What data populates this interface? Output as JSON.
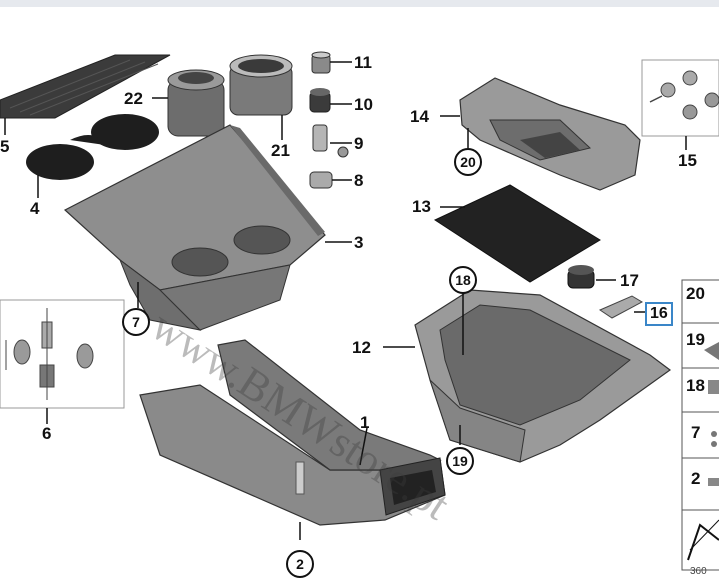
{
  "labels": {
    "l1": "1",
    "l2": "2",
    "l3": "3",
    "l4": "4",
    "l5": "5",
    "l6": "6",
    "l7": "7",
    "l8": "8",
    "l9": "9",
    "l10": "10",
    "l11": "11",
    "l12": "12",
    "l13": "13",
    "l14": "14",
    "l15": "15",
    "l16": "16",
    "l17": "17",
    "l18": "18",
    "l19": "19",
    "l20": "20",
    "l21": "21",
    "l22": "22"
  },
  "legend": {
    "r20": "20",
    "r19": "19",
    "r18": "18",
    "r7": "7",
    "r2": "2"
  },
  "watermark": "www.BMWstore.pt",
  "diagram_code": "360"
}
